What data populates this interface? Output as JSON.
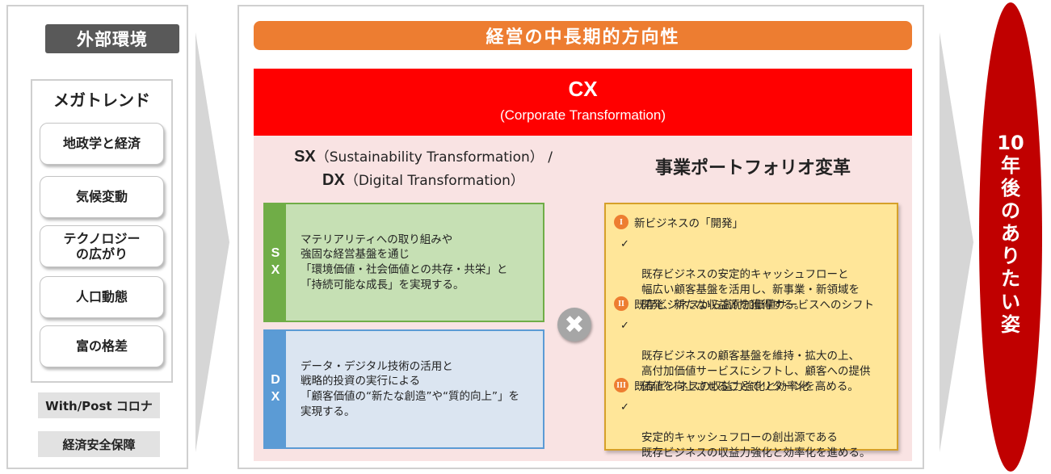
{
  "left": {
    "title": "外部環境",
    "megatrend_title": "メガトレンド",
    "megatrends": [
      "地政学と経済",
      "気候変動",
      "テクノロジー\nの広がり",
      "人口動態",
      "富の格差"
    ],
    "extras": [
      "With/Post コロナ",
      "経済安全保障"
    ]
  },
  "center": {
    "header": "経営の中長期的方向性",
    "cx_title": "CX",
    "cx_subtitle": "(Corporate Transformation)",
    "sxdx_heading": {
      "sx_abbr": "SX",
      "sx_full": "（Sustainability Transformation） /",
      "dx_abbr": "DX",
      "dx_full": "（Digital Transformation）"
    },
    "sx_box": {
      "tag": [
        "S",
        "X"
      ],
      "lines": [
        "マテリアリティへの取り組みや",
        "強固な経営基盤を通じ",
        "「環境価値・社会価値との共存・共栄」と",
        "「持続可能な成長」を実現する。"
      ]
    },
    "dx_box": {
      "tag": [
        "D",
        "X"
      ],
      "lines": [
        "データ・デジタル技術の活用と",
        "戦略的投資の実行による",
        "「顧客価値の“新たな創造”や“質的向上”」を",
        "実現する。"
      ]
    },
    "times_symbol": "✖",
    "portfolio_heading": "事業ポートフォリオ変革",
    "portfolio": [
      {
        "numeral": "I",
        "title": "新ビジネスの「開発」",
        "check": "✓",
        "body": "既存ビジネスの安定的キャッシュフローと\n幅広い顧客基盤を活用し、新事業・新領域を\n開発、新たな収益源を獲得する。"
      },
      {
        "numeral": "II",
        "title": "既存ビジネスから高付加価値サービスへのシフト",
        "check": "✓",
        "body": "既存ビジネスの顧客基盤を維持・拡大の上、\n高付加価値サービスにシフトし、顧客への提供\n価値を向上させることでリターンを高める。"
      },
      {
        "numeral": "III",
        "title": "既存ビジネスの収益力強化と効率化",
        "check": "✓",
        "body": "安定的キャッシュフローの創出源である\n既存ビジネスの収益力強化と効率化を進める。"
      }
    ]
  },
  "right": {
    "vision_chars": [
      "10",
      "年",
      "後",
      "の",
      "あ",
      "り",
      "た",
      "い",
      "姿"
    ]
  },
  "colors": {
    "orange": "#ed7d31",
    "red": "#ff0000",
    "dark_red": "#c00000",
    "green": "#70ad47",
    "blue": "#5b9bd5",
    "yellow": "#ffe699",
    "pink": "#f9e3e3"
  }
}
